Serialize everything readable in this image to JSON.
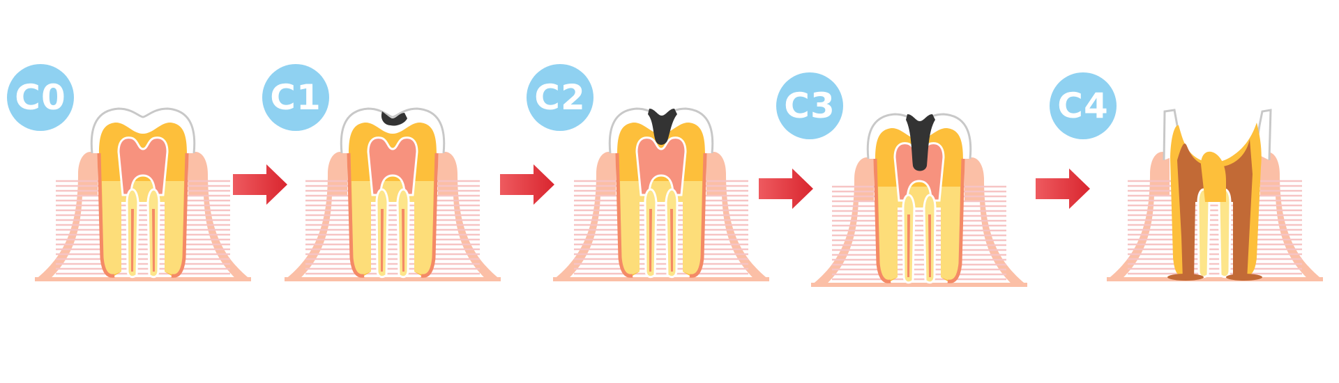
{
  "stages": [
    {
      "label": "C0",
      "decay": "none"
    },
    {
      "label": "C1",
      "decay": "enamel"
    },
    {
      "label": "C2",
      "decay": "dentin"
    },
    {
      "label": "C3",
      "decay": "pulp"
    },
    {
      "label": "C4",
      "decay": "root"
    }
  ],
  "colors": {
    "badge": "#8fd1f1",
    "arrow": "#e8414a",
    "gum": "#fbbfa6",
    "bone_lines": "#f6c4c4",
    "enamel_outline": "#c8c8c8",
    "dentin": "#fdbf3b",
    "pulp": "#f7927e",
    "root_canal": "#f48a66",
    "cavity": "#333333",
    "decay_brown": "#c26a36"
  }
}
